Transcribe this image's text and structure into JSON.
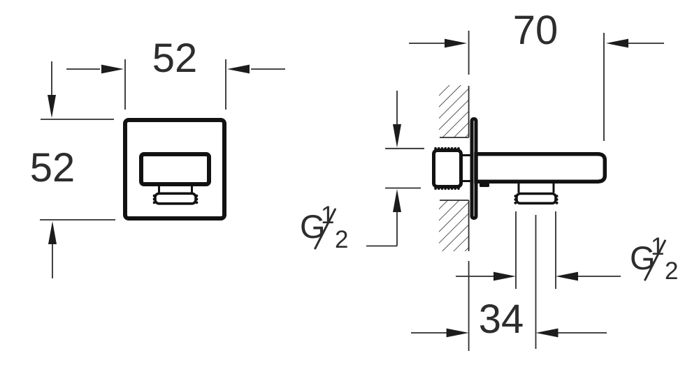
{
  "drawing": {
    "description": "Two-view dimensioned technical drawing of a square wall-mounted hand-shower outlet elbow",
    "colors": {
      "background": "#ffffff",
      "thin_line": "#2d2d2d",
      "thick_outline": "#121212",
      "text": "#2d2d2d"
    },
    "views": {
      "front": "front view of 52 x 52 square escutcheon with outlet block and threaded nipple",
      "side": "side section view through wall with hatched wall, wall union, arm and bottom outlet thread"
    },
    "dimensions": {
      "front_width": {
        "value": "52"
      },
      "front_height": {
        "value": "52"
      },
      "depth": {
        "value": "70"
      },
      "offset": {
        "value": "34"
      },
      "wall_thread": {
        "prefix": "G",
        "numerator": "1",
        "denominator": "2"
      },
      "outlet_thread": {
        "prefix": "G",
        "numerator": "1",
        "denominator": "2"
      }
    }
  }
}
